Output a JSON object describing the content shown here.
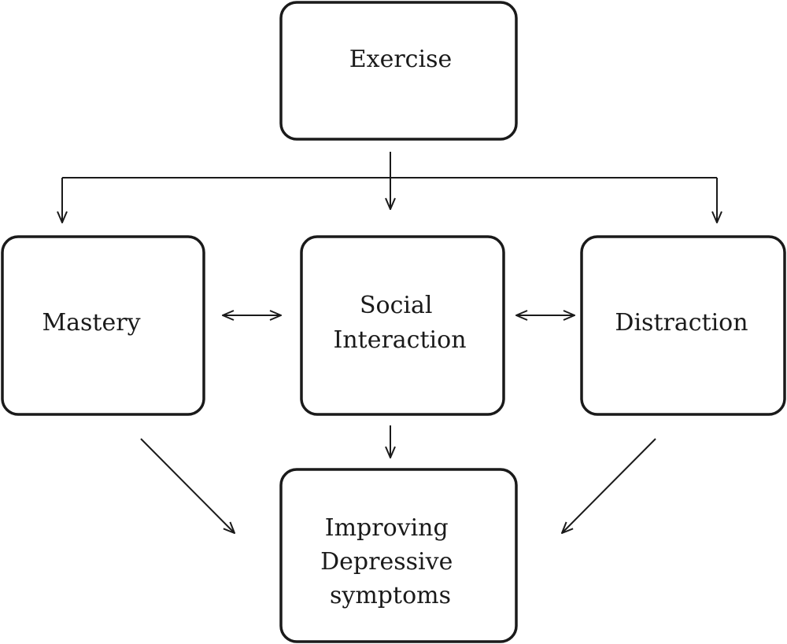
{
  "nodes": {
    "exercise": {
      "lines": [
        "Exercise"
      ]
    },
    "mastery": {
      "lines": [
        "Mastery"
      ]
    },
    "social_interaction": {
      "lines": [
        "Social",
        "Interaction"
      ]
    },
    "distraction": {
      "lines": [
        "Distraction"
      ]
    },
    "outcome": {
      "lines": [
        "Improving",
        "Depressive",
        "symptoms"
      ]
    }
  },
  "edges": [
    {
      "from": "exercise",
      "to": "mastery",
      "direction": "forward"
    },
    {
      "from": "exercise",
      "to": "social_interaction",
      "direction": "forward"
    },
    {
      "from": "exercise",
      "to": "distraction",
      "direction": "forward"
    },
    {
      "from": "mastery",
      "to": "social_interaction",
      "direction": "both"
    },
    {
      "from": "social_interaction",
      "to": "distraction",
      "direction": "both"
    },
    {
      "from": "mastery",
      "to": "outcome",
      "direction": "forward"
    },
    {
      "from": "social_interaction",
      "to": "outcome",
      "direction": "forward"
    },
    {
      "from": "distraction",
      "to": "outcome",
      "direction": "forward"
    }
  ]
}
